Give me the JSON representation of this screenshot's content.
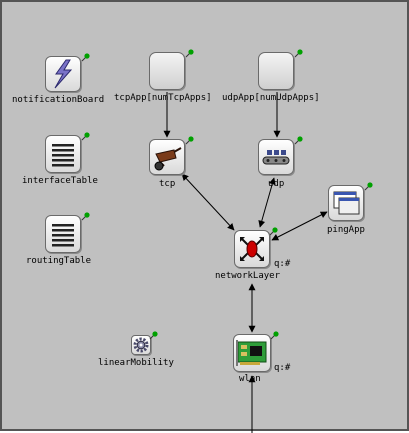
{
  "diagram": {
    "nodes": {
      "notificationBoard": "notificationBoard",
      "tcpApp": "tcpApp[numTcpApps]",
      "udpApp": "udpApp[numUdpApps]",
      "interfaceTable": "interfaceTable",
      "tcp": "tcp",
      "udp": "udp",
      "pingApp": "pingApp",
      "routingTable": "routingTable",
      "networkLayer": "networkLayer",
      "linearMobility": "linearMobility",
      "wlan": "wlan"
    },
    "queue_labels": {
      "networkLayer": "q:#",
      "wlan": "q:#"
    },
    "icons": {
      "notificationBoard": "lightning-bolt-icon",
      "interfaceTable": "list-table-icon",
      "routingTable": "list-table-icon",
      "tcpApp": "blank-block-icon",
      "udpApp": "blank-block-icon",
      "tcp": "wheelbarrow-icon",
      "udp": "conveyor-belt-icon",
      "pingApp": "application-window-icon",
      "networkLayer": "router-arrows-icon",
      "linearMobility": "gear-icon",
      "wlan": "network-card-icon"
    },
    "colors": {
      "background": "#c0c0c0",
      "pin_marker": "#00a000",
      "router_core": "#cc0000",
      "nic_board": "#2f9e3a",
      "bolt": "#7a72c8"
    }
  }
}
